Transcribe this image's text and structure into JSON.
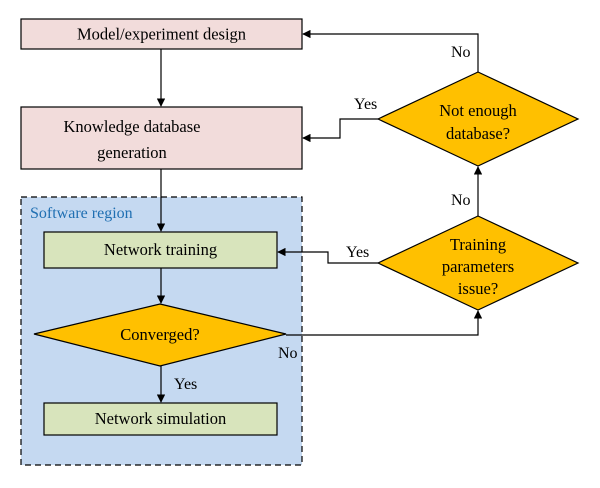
{
  "colors": {
    "pink_box": "#f2dcdb",
    "green_box": "#d8e4bc",
    "decision": "#ffc000",
    "region_fill": "#c5d9f1",
    "region_label": "#1f6fb2",
    "stroke": "#000000"
  },
  "region": {
    "label": "Software region"
  },
  "nodes": {
    "model_design": "Model/experiment design",
    "knowledge_line1": "Knowledge database",
    "knowledge_line2": "generation",
    "network_training": "Network training",
    "converged": "Converged?",
    "network_simulation": "Network simulation",
    "not_enough_line1": "Not enough",
    "not_enough_line2": "database?",
    "training_params_line1": "Training",
    "training_params_line2": "parameters",
    "training_params_line3": "issue?"
  },
  "edge_labels": {
    "not_enough_no": "No",
    "not_enough_yes": "Yes",
    "training_no": "No",
    "training_yes": "Yes",
    "converged_yes": "Yes",
    "converged_no": "No"
  }
}
